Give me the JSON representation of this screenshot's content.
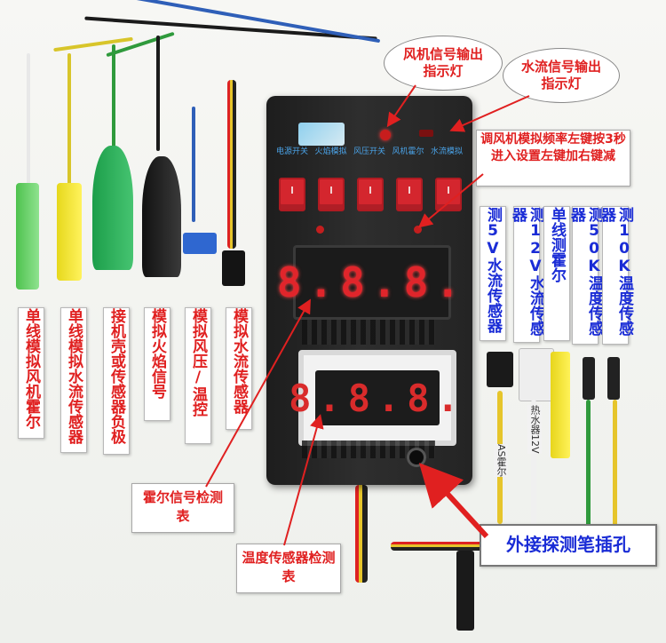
{
  "device": {
    "switch_labels": [
      "电源开关",
      "火焰模拟",
      "风压开关",
      "风机霍尔",
      "水流模拟"
    ],
    "display_top": "8.8.8.",
    "display_bottom": "8.8.8."
  },
  "captions_left": [
    {
      "text": "单线模拟风机霍尔",
      "color": "red"
    },
    {
      "text": "单线模拟水流传感器",
      "color": "red"
    },
    {
      "text": "接机壳或传感器负极",
      "color": "red"
    },
    {
      "text": "模拟火焰信号",
      "color": "red"
    },
    {
      "text": "模拟风压/温控",
      "color": "red"
    },
    {
      "text": "模拟水流传感器",
      "color": "red"
    }
  ],
  "captions_right": [
    {
      "text": "测5V水流传感器",
      "color": "blue"
    },
    {
      "text": "测12V水流传感器",
      "color": "blue"
    },
    {
      "text": "单线测霍尔",
      "color": "blue"
    },
    {
      "text": "测50K温度传感器",
      "color": "blue"
    },
    {
      "text": "测10K温度传感器",
      "color": "blue"
    }
  ],
  "callouts": {
    "fan_signal": "风机信号输出指示灯",
    "water_signal": "水流信号输出指示灯",
    "freq_adjust": "调风机模拟频率左键按3秒进入设置左键加右键减",
    "hall_meter": "霍尔信号检测表",
    "temp_meter": "温度传感器检测表",
    "probe_jack": "外接探测笔插孔"
  },
  "cable_labels": {
    "label_a": "AS霍尔",
    "label_b": "热水器12V"
  },
  "colors": {
    "caption_red": "#e02020",
    "caption_blue": "#1a2cd6",
    "device_body": "#262626",
    "led_red": "#e0252b"
  }
}
